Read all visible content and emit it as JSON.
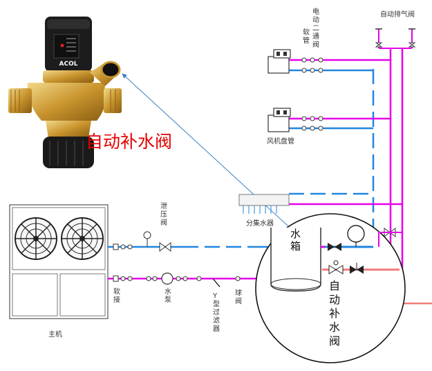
{
  "labels": {
    "valve_title": "自动补水阀",
    "brand": "ACOL",
    "electric_valve": "电动二通阀",
    "soft_pipe_top": "软管",
    "auto_vent": "自动排气阀",
    "fan_coil": "风机盘管",
    "manifold": "分集水器",
    "relief_valve": "泄压阀",
    "tank": "水箱",
    "auto_fill_valve": "自动补水阀",
    "soft_joint": "软接",
    "pump": "水泵",
    "y_filter": "Y型过滤器",
    "ball_valve": "球阀",
    "main_unit": "主机"
  },
  "colors": {
    "supply_pipe": "#e800e8",
    "return_pipe": "#1f86e0",
    "fill_pipe": "#f07a7a",
    "annotation_red": "#e60000",
    "pointer_arrow": "#3a7fc4"
  }
}
